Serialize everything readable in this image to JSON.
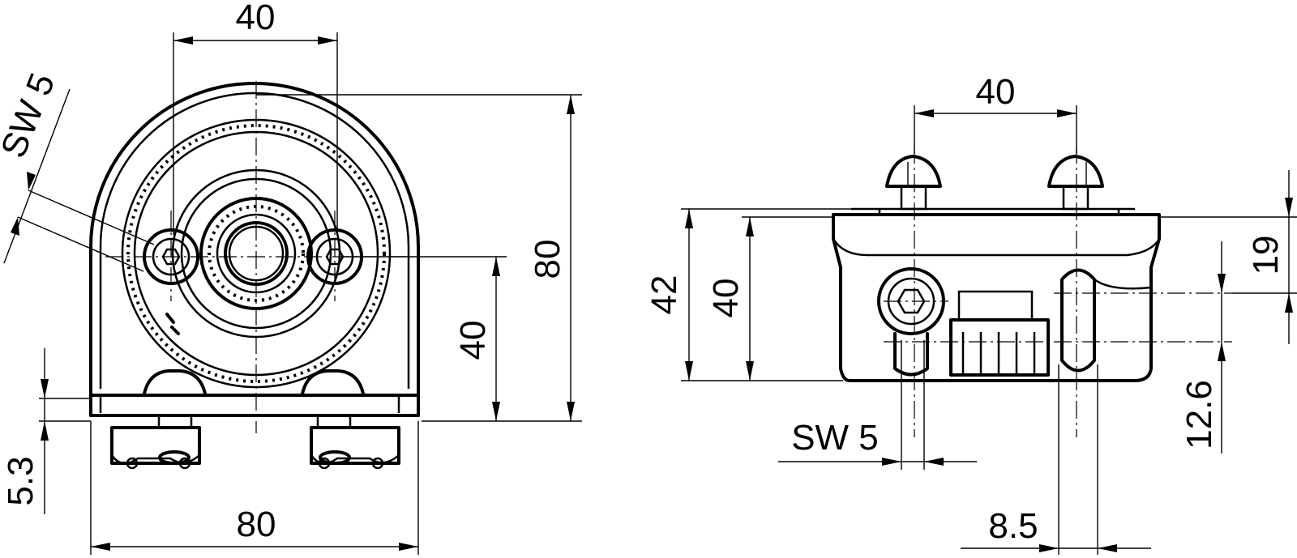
{
  "drawing": {
    "front_view": {
      "top_width": "40",
      "height_total": "80",
      "center_height": "40",
      "base_width": "80",
      "base_thickness": "5.3",
      "wrench_size": "SW 5"
    },
    "side_view": {
      "top_width": "40",
      "height_outer": "42",
      "height_inner": "40",
      "upper_dim": "19",
      "lower_dim": "12.6",
      "wrench_size": "SW 5",
      "bottom_dim": "8.5"
    }
  }
}
